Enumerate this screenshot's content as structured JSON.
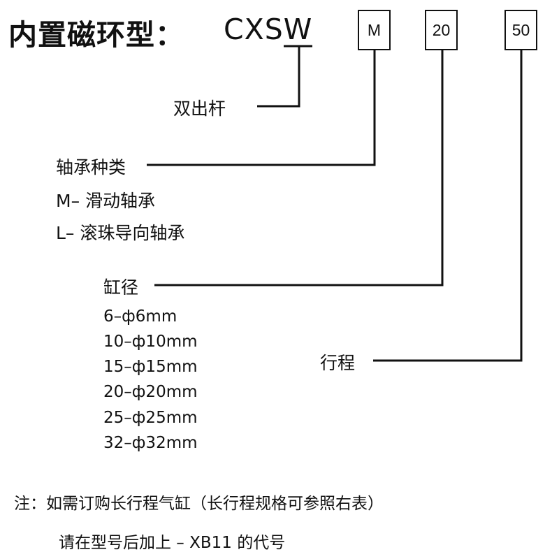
{
  "title": "内置磁环型：",
  "model_code": "CXSW",
  "code_boxes": [
    "M",
    "20",
    "50"
  ],
  "double_rod": "双出杆",
  "bearing": {
    "label": "轴承种类",
    "options": [
      "M– 滑动轴承",
      "L– 滚珠导向轴承"
    ]
  },
  "bore": {
    "label": "缸径",
    "options": [
      "6–ф6mm",
      "10–ф10mm",
      "15–ф15mm",
      "20–ф20mm",
      "25–ф25mm",
      "32–ф32mm"
    ]
  },
  "stroke": "行程",
  "notes": [
    "注：如需订购长行程气缸（长行程规格可参照右表）",
    "请在型号后加上 – XB11 的代号"
  ]
}
